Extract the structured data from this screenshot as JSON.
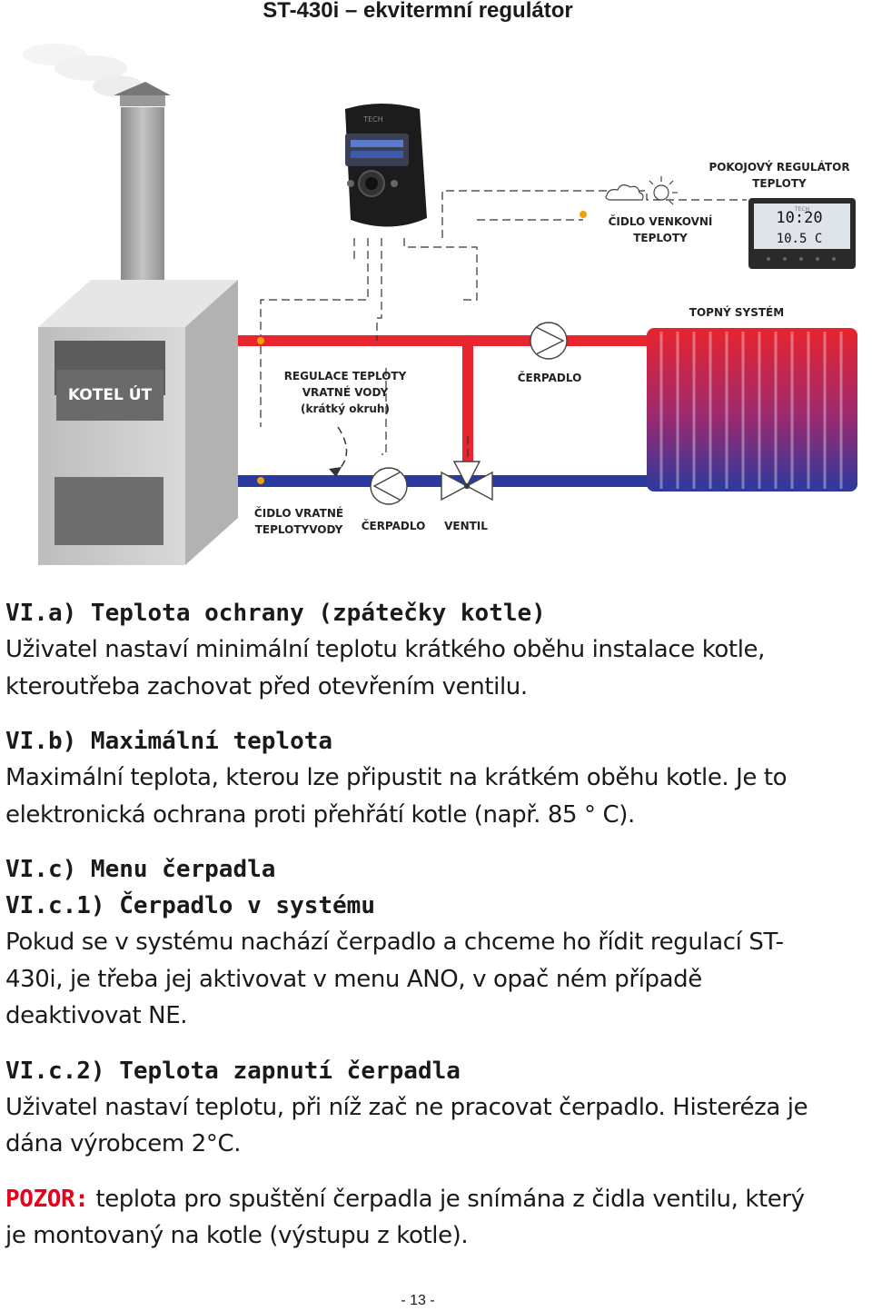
{
  "header": {
    "title": "ST-430i – ekvitermní regulátor"
  },
  "diagram": {
    "boiler_label": "KOTEL ÚT",
    "room_regulator": [
      "POKOJOVÝ REGULÁTOR",
      "TEPLOTY"
    ],
    "outdoor_sensor": [
      "ČIDLO VENKOVNÍ",
      "TEPLOTY"
    ],
    "heating_system": "TOPNÝ SYSTÉM",
    "return_regulation": [
      "REGULACE TEPLOTY",
      "VRATNÉ VODY",
      "(krátký okruh)"
    ],
    "pump_top": "ČERPADLO",
    "return_sensor": [
      "ČIDLO VRATNÉ",
      "TEPLOTYVODY"
    ],
    "pump_bottom": "ČERPADLO",
    "valve": "VENTIL",
    "thermostat_display": [
      "10:20",
      "10.5 C"
    ],
    "controller_brand": "TECH",
    "thermostat_brand": "TECH"
  },
  "content": {
    "a_heading": "VI.a) Teplota ochrany (zpátečky kotle)",
    "a_line1": " Uživatel nastaví minimální teplotu krátkého oběhu instalace kotle,",
    "a_line2": "kteroutřeba zachovat před otevřením ventilu.",
    "b_heading": "VI.b) Maximální teplota",
    "b_line1": " Maximální teplota, kterou lze připustit na krátkém oběhu kotle. Je to",
    "b_line2": "elektronická ochrana proti přehřátí kotle (např. 85 ° C).",
    "c_heading": "VI.c) Menu čerpadla",
    "c1_heading": "VI.c.1) Čerpadlo v systému",
    "c1_line1": " Pokud se v systému nachází čerpadlo a chceme ho řídit regulací ST-",
    "c1_line2": "430i, je třeba jej aktivovat v menu ANO, v opač ném případě",
    "c1_line3": "deaktivovat NE.",
    "c2_heading": "VI.c.2) Teplota zapnutí čerpadla",
    "c2_line1": "Uživatel nastaví teplotu, při níž zač ne pracovat čerpadlo. Histeréza je",
    "c2_line2": "dána výrobcem 2°C.",
    "pozor_label": "POZOR:",
    "pozor_line1": " teplota pro spuštění čerpadla je snímána z čidla ventilu, který",
    "pozor_line2": "je montovaný na kotle (výstupu z kotle)."
  },
  "footer": {
    "page_number": "- 13 -"
  },
  "colors": {
    "supply_pipe": "#e8242e",
    "return_pipe": "#2b3a9e",
    "warning": "#e8001c"
  }
}
